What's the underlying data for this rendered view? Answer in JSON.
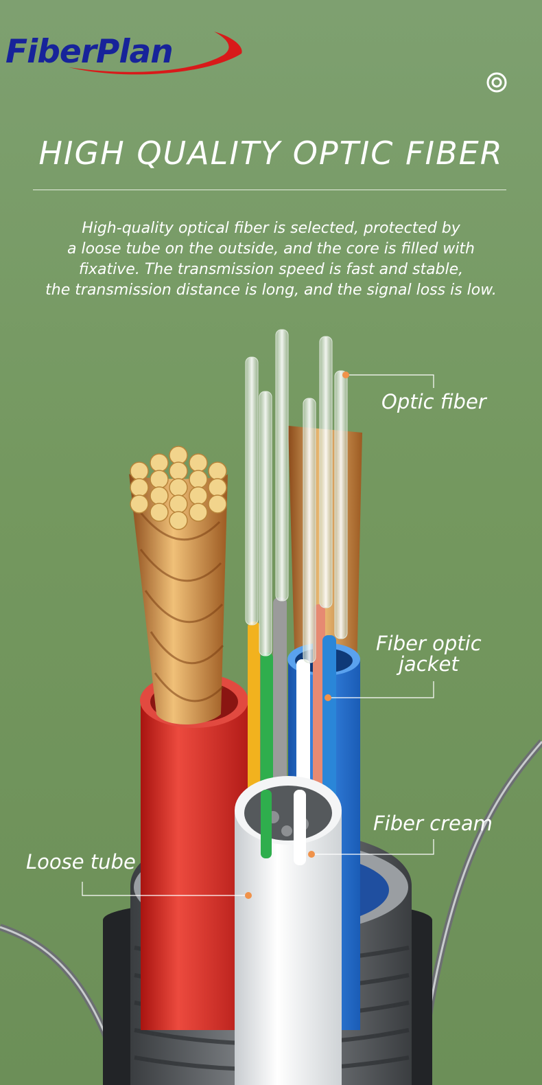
{
  "brand": {
    "name": "FiberPlan",
    "text_color": "#17239a",
    "swoosh_color": "#d81a1a"
  },
  "icons": {
    "corner": "target-icon"
  },
  "headline": "HIGH QUALITY OPTIC FIBER",
  "description_lines": [
    "High-quality optical fiber is selected, protected by",
    "a loose tube on the outside, and the core is filled with",
    "fixative. The transmission speed is fast and stable,",
    "the transmission distance is long, and the signal loss is low."
  ],
  "callouts": {
    "optic_fiber": "Optic fiber",
    "fiber_optic_jacket": [
      "Fiber optic",
      "jacket"
    ],
    "fiber_cream": "Fiber cream",
    "loose_tube": "Loose tube"
  },
  "colors": {
    "background": "#78995f",
    "callout_dot": "#f0924a",
    "leader_line": "#ffffff",
    "red_tube": "#d8302c",
    "blue_tube": "#2a74d0",
    "white_tube": "#e9ecee",
    "copper": "#c9893d",
    "fiber_colors": [
      "#f2b21e",
      "#2fae4d",
      "#9b9b9b",
      "#ffffff",
      "#e68a72",
      "#2a86d8"
    ]
  }
}
